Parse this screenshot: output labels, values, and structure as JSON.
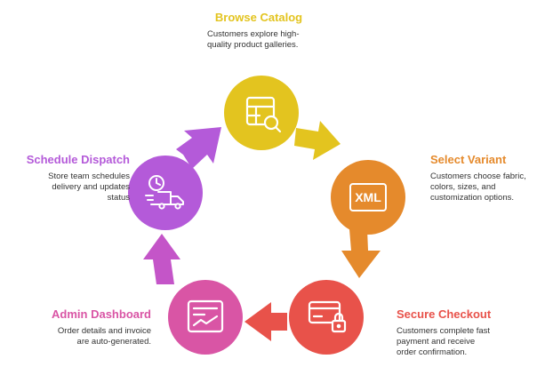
{
  "colors": {
    "browse": "#e3c41f",
    "variant": "#e58a2c",
    "checkout": "#e8524a",
    "admin": "#d955a5",
    "dispatch": "#b45ad9",
    "arrow_top_right": "#e3c41f",
    "arrow_right": "#e58a2c",
    "arrow_bottom": "#e8524a",
    "arrow_left": "#c455c8",
    "arrow_top_left": "#b45ad9"
  },
  "steps": {
    "browse": {
      "title": "Browse Catalog",
      "description": "Customers explore high-\nquality product galleries.",
      "icon": "table-search-icon"
    },
    "variant": {
      "title": "Select Variant",
      "description": "Customers choose fabric,\ncolors, sizes, and\ncustomization options.",
      "icon": "xml-file-icon",
      "icon_text": "XML"
    },
    "checkout": {
      "title": "Secure Checkout",
      "description": "Customers complete fast\npayment and receive\norder confirmation.",
      "icon": "credit-card-lock-icon"
    },
    "admin": {
      "title": "Admin Dashboard",
      "description": "Order details and invoice\nare auto-generated.",
      "icon": "dashboard-chart-icon"
    },
    "dispatch": {
      "title": "Schedule Dispatch",
      "description": "Store team schedules\ndelivery and updates\nstatus",
      "icon": "delivery-truck-clock-icon"
    }
  }
}
